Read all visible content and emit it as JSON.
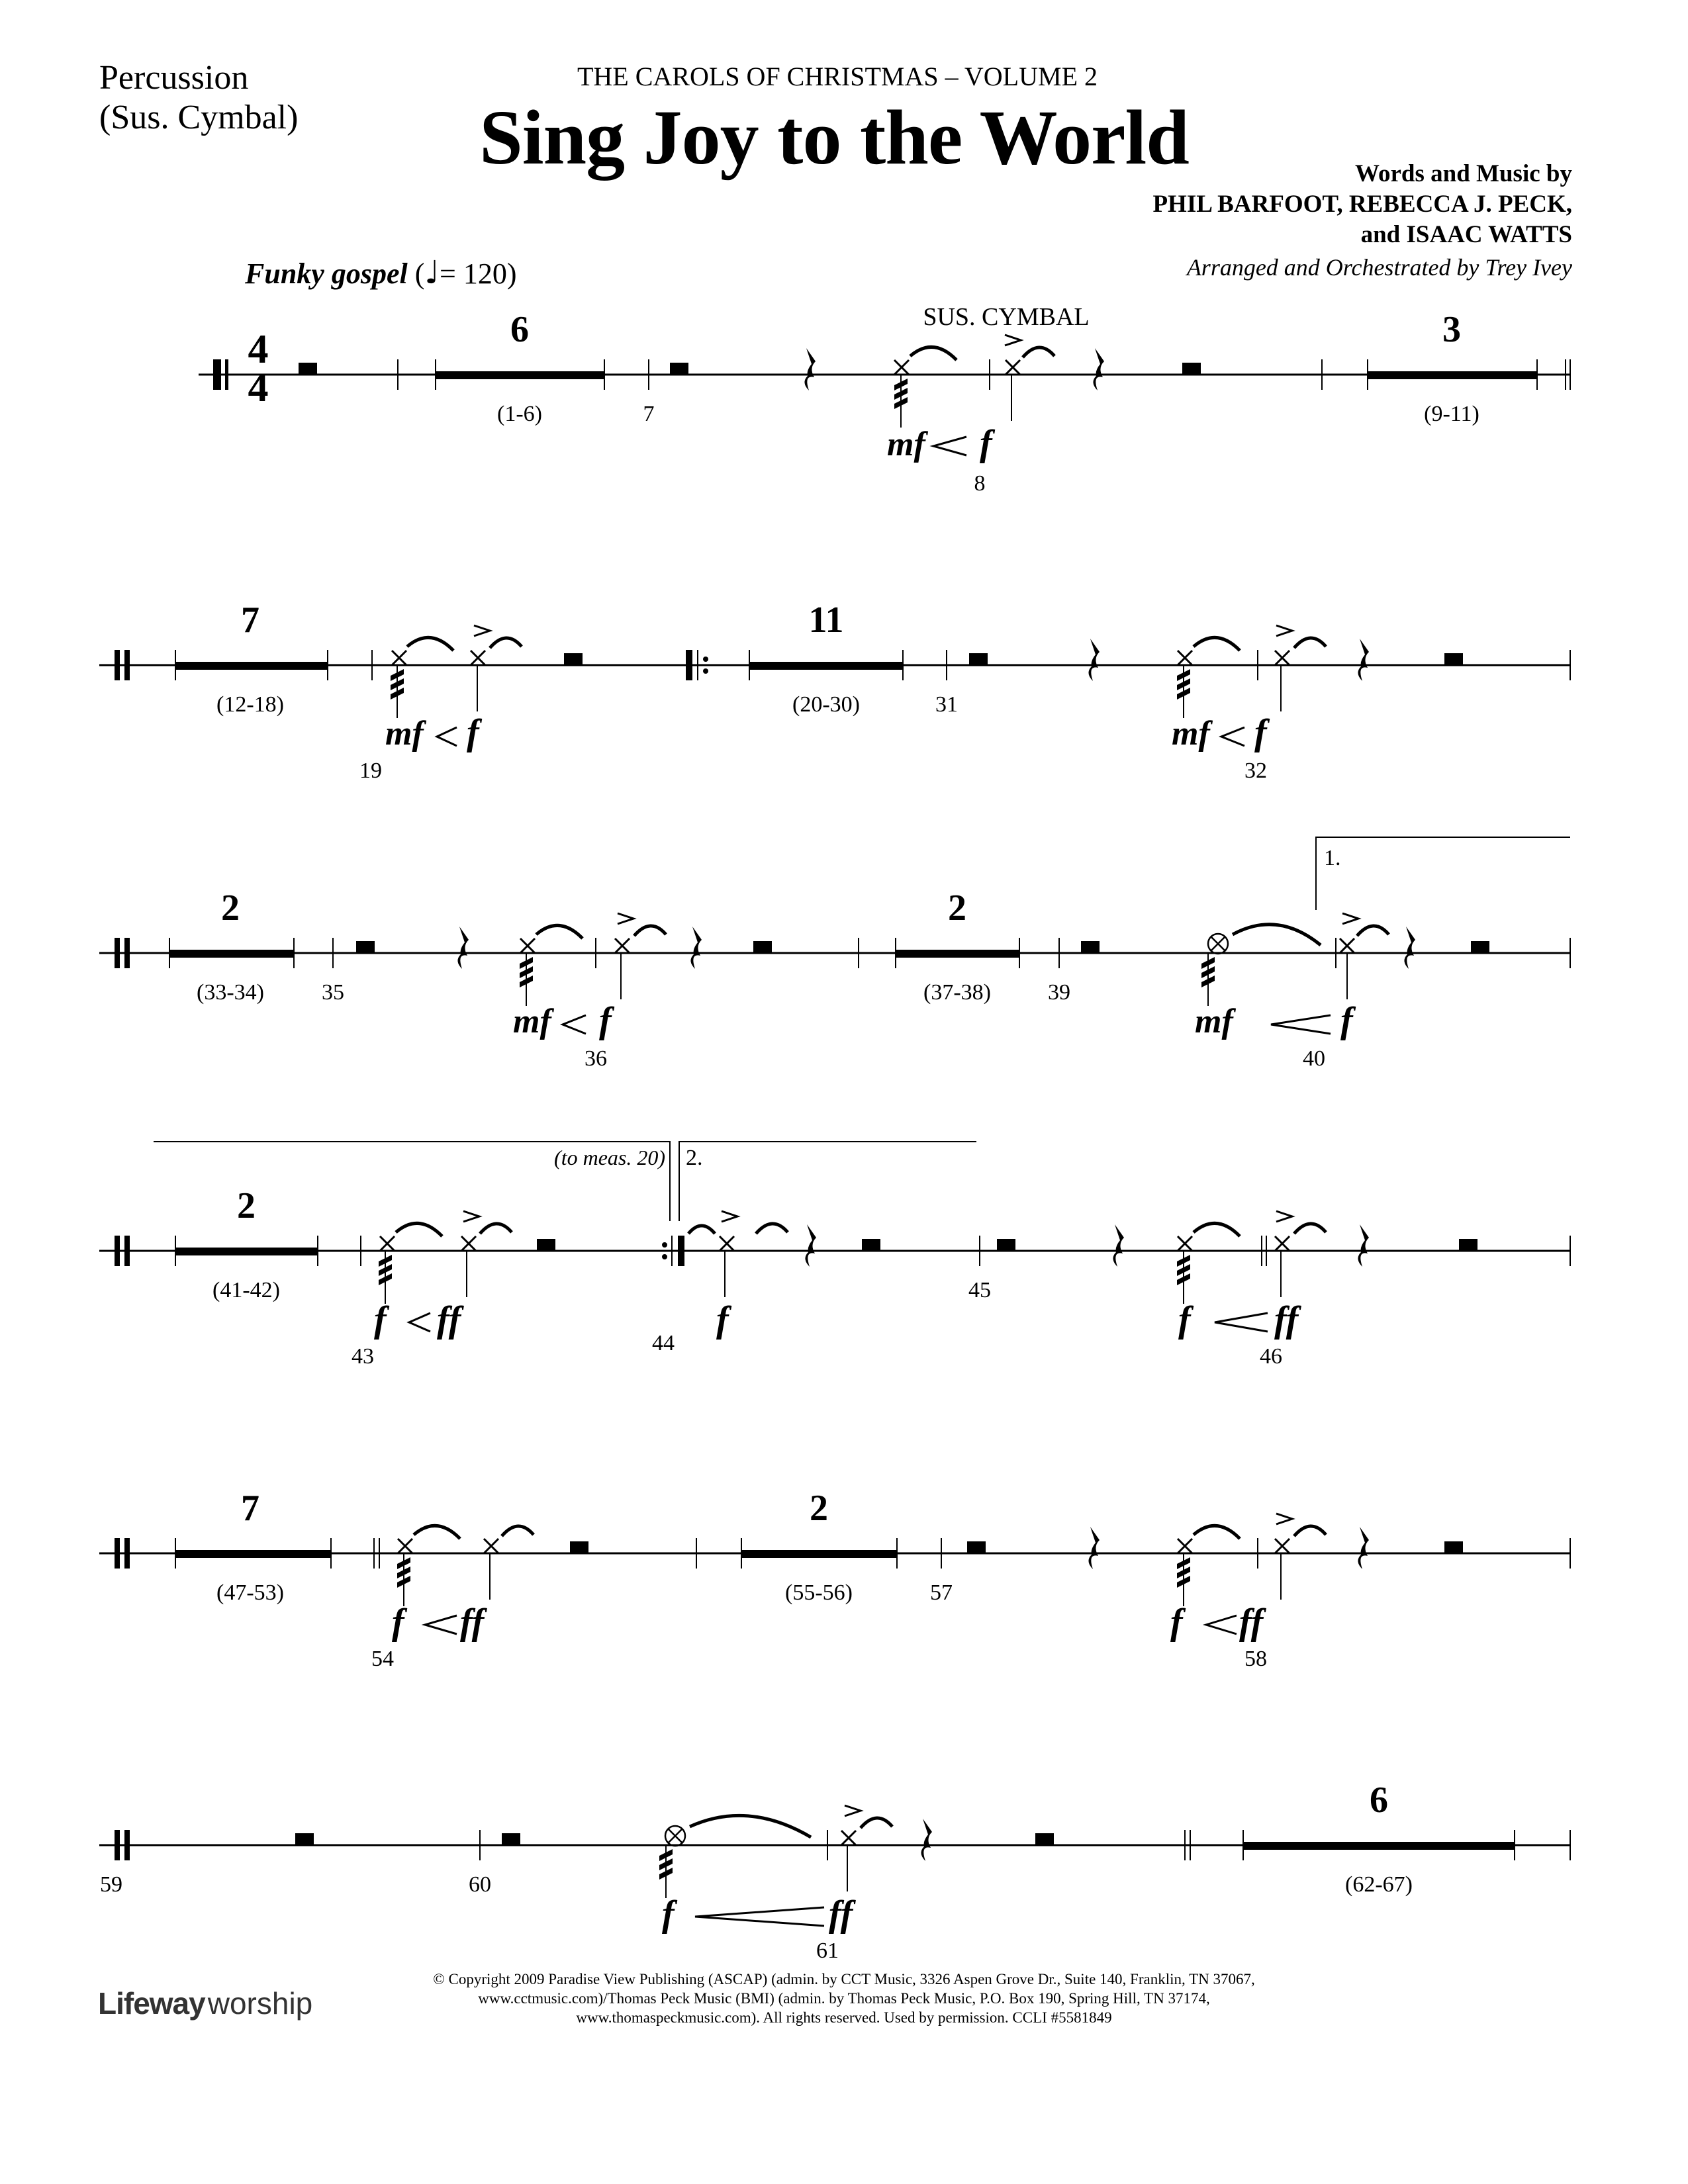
{
  "header": {
    "instrument": "Percussion",
    "instrument_sub": "(Sus. Cymbal)",
    "series": "THE CAROLS OF CHRISTMAS – VOLUME 2",
    "title": "Sing Joy to the World",
    "credits_label": "Words and Music by",
    "composers_line1": "PHIL BARFOOT, REBECCA J. PECK,",
    "composers_line2": "and ISAAC WATTS",
    "arranger": "Arranged and Orchestrated by Trey Ivey",
    "tempo_text": "Funky gospel",
    "tempo_note": "♩",
    "tempo_value": "= 120)",
    "tempo_open": "("
  },
  "score": {
    "instrument_cue": "SUS. CYMBAL",
    "time_signature": "4/4",
    "volta_1": "1.",
    "volta_2": "2.",
    "to_measure": "(to meas. 20)",
    "systems": [
      {
        "multirests": [
          {
            "count": "6",
            "range": "(1-6)"
          },
          {
            "count": "3",
            "range": "(9-11)"
          }
        ],
        "measure_numbers": [
          "7",
          "8"
        ],
        "dynamics": [
          "mf < f"
        ]
      },
      {
        "multirests": [
          {
            "count": "7",
            "range": "(12-18)"
          },
          {
            "count": "11",
            "range": "(20-30)"
          }
        ],
        "measure_numbers": [
          "19",
          "31",
          "32"
        ],
        "dynamics": [
          "mf < f",
          "mf < f"
        ]
      },
      {
        "multirests": [
          {
            "count": "2",
            "range": "(33-34)"
          },
          {
            "count": "2",
            "range": "(37-38)"
          }
        ],
        "measure_numbers": [
          "35",
          "36",
          "39",
          "40"
        ],
        "dynamics": [
          "mf < f",
          "mf < f"
        ]
      },
      {
        "multirests": [
          {
            "count": "2",
            "range": "(41-42)"
          }
        ],
        "measure_numbers": [
          "43",
          "44",
          "45",
          "46"
        ],
        "dynamics": [
          "f < ff",
          "f",
          "f < ff"
        ]
      },
      {
        "multirests": [
          {
            "count": "7",
            "range": "(47-53)"
          },
          {
            "count": "2",
            "range": "(55-56)"
          }
        ],
        "measure_numbers": [
          "54",
          "57",
          "58"
        ],
        "dynamics": [
          "f < ff",
          "f < ff"
        ]
      },
      {
        "multirests": [
          {
            "count": "6",
            "range": "(62-67)"
          }
        ],
        "measure_numbers": [
          "59",
          "60",
          "61"
        ],
        "dynamics": [
          "f < ff"
        ]
      }
    ]
  },
  "labels": {
    "s1": {
      "mr1c": "6",
      "mr1r": "(1-6)",
      "m7": "7",
      "cue": "SUS. CYMBAL",
      "d1a": "mf",
      "d1b": "f",
      "m8": "8",
      "mr2c": "3",
      "mr2r": "(9-11)"
    },
    "s2": {
      "mr1c": "7",
      "mr1r": "(12-18)",
      "d1a": "mf",
      "d1b": "f",
      "m19": "19",
      "mr2c": "11",
      "mr2r": "(20-30)",
      "m31": "31",
      "d2a": "mf",
      "d2b": "f",
      "m32": "32"
    },
    "s3": {
      "mr1c": "2",
      "mr1r": "(33-34)",
      "m35": "35",
      "d1a": "mf",
      "d1b": "f",
      "m36": "36",
      "mr2c": "2",
      "mr2r": "(37-38)",
      "m39": "39",
      "d2a": "mf",
      "d2b": "f",
      "m40": "40"
    },
    "s4": {
      "mr1c": "2",
      "mr1r": "(41-42)",
      "d1a": "f",
      "d1b": "ff",
      "m43": "43",
      "d2": "f",
      "m44": "44",
      "m45": "45",
      "d3a": "f",
      "d3b": "ff",
      "m46": "46"
    },
    "s5": {
      "mr1c": "7",
      "mr1r": "(47-53)",
      "d1a": "f",
      "d1b": "ff",
      "m54": "54",
      "mr2c": "2",
      "mr2r": "(55-56)",
      "m57": "57",
      "d2a": "f",
      "d2b": "ff",
      "m58": "58"
    },
    "s6": {
      "m59": "59",
      "m60": "60",
      "d1a": "f",
      "d1b": "ff",
      "m61": "61",
      "mr1c": "6",
      "mr1r": "(62-67)"
    }
  },
  "footer": {
    "logo_bold": "Lifeway",
    "logo_light": "worship",
    "copyright_line1": "© Copyright 2009 Paradise View Publishing (ASCAP) (admin. by CCT Music, 3326 Aspen Grove Dr., Suite 140, Franklin, TN 37067,",
    "copyright_line2": "www.cctmusic.com)/Thomas Peck Music (BMI) (admin. by Thomas Peck Music, P.O. Box 190, Spring Hill, TN 37174,",
    "copyright_line3": "www.thomaspeckmusic.com). All rights reserved. Used by permission. CCLI #5581849"
  }
}
